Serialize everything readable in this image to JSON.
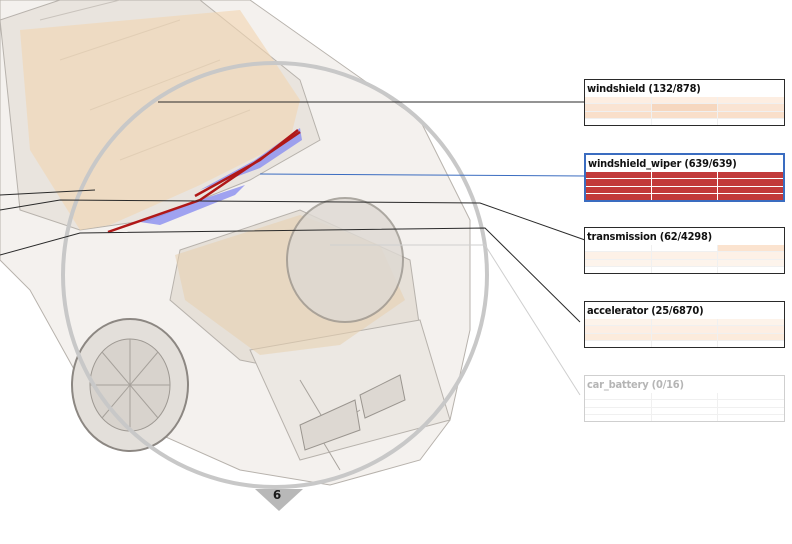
{
  "panels": [
    {
      "label": "windshield (132/878)",
      "state": "normal"
    },
    {
      "label": "windshield_wiper (639/639)",
      "state": "selected"
    },
    {
      "label": "transmission (62/4298)",
      "state": "normal"
    },
    {
      "label": "accelerator (25/6870)",
      "state": "normal"
    },
    {
      "label": "car_battery (0/16)",
      "state": "muted"
    }
  ],
  "colors": {
    "selected_border": "#3a6cc0",
    "selected_fill": "#c23a3a",
    "highlight_part": "#8a8ff0",
    "part_red": "#b01818",
    "tan_overlay": "#f2d6b0"
  },
  "page_indicator": "6"
}
